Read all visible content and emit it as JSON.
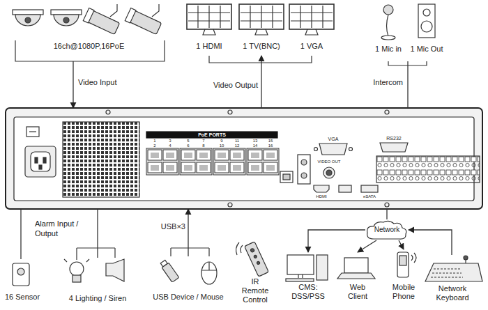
{
  "diagram": {
    "nodes": [
      {
        "text": [
          "16ch@1080P,16PoE"
        ]
      },
      {
        "text": [
          "1 HDMI",
          "1 TV(BNC)",
          "1 VGA"
        ]
      },
      {
        "text": [
          "1 Mic in",
          "1 Mic Out"
        ]
      },
      {
        "text": [
          "PoE PORTS"
        ]
      },
      {
        "text": [
          "16 Sensor"
        ]
      },
      {
        "text": [
          "4 Lighting / Siren"
        ]
      },
      {
        "text": [
          "USB Device / Mouse"
        ]
      },
      {
        "text": [
          "IR Remote Control"
        ]
      },
      {
        "text": [
          "Network"
        ]
      },
      {
        "text": [
          "CMS: DSS/PSS"
        ]
      },
      {
        "text": [
          "Web Client"
        ]
      },
      {
        "text": [
          "Mobile Phone"
        ]
      },
      {
        "text": [
          "Network Keyboard"
        ]
      }
    ],
    "edges": [
      {
        "from": 0,
        "to": 3,
        "arrow": "to",
        "label": "Video Input"
      },
      {
        "from": 3,
        "to": 1,
        "arrow": "to",
        "label": "Video Output"
      },
      {
        "from": 3,
        "to": 2,
        "arrow": "none",
        "label": "Intercom"
      },
      {
        "from": 3,
        "to": 4,
        "arrow": "none"
      },
      {
        "from": 3,
        "to": 5,
        "arrow": "none"
      },
      {
        "from": 6,
        "to": 3,
        "arrow": "to"
      },
      {
        "from": 3,
        "to": 8,
        "arrow": "none"
      },
      {
        "from": 8,
        "to": 9,
        "arrow": "to"
      },
      {
        "from": 8,
        "to": 10,
        "arrow": "to"
      },
      {
        "from": 8,
        "to": 11,
        "arrow": "to"
      },
      {
        "from": 12,
        "to": 8,
        "arrow": "to"
      }
    ],
    "labels": [
      "Alarm Input / Output",
      "USB×3",
      "1",
      "3",
      "5",
      "7",
      "9",
      "11",
      "13",
      "15",
      "2",
      "4",
      "6",
      "8",
      "10",
      "12",
      "14",
      "16",
      "VGA",
      "RS232",
      "VIDEO OUT",
      "HDMI",
      "eSATA"
    ]
  }
}
